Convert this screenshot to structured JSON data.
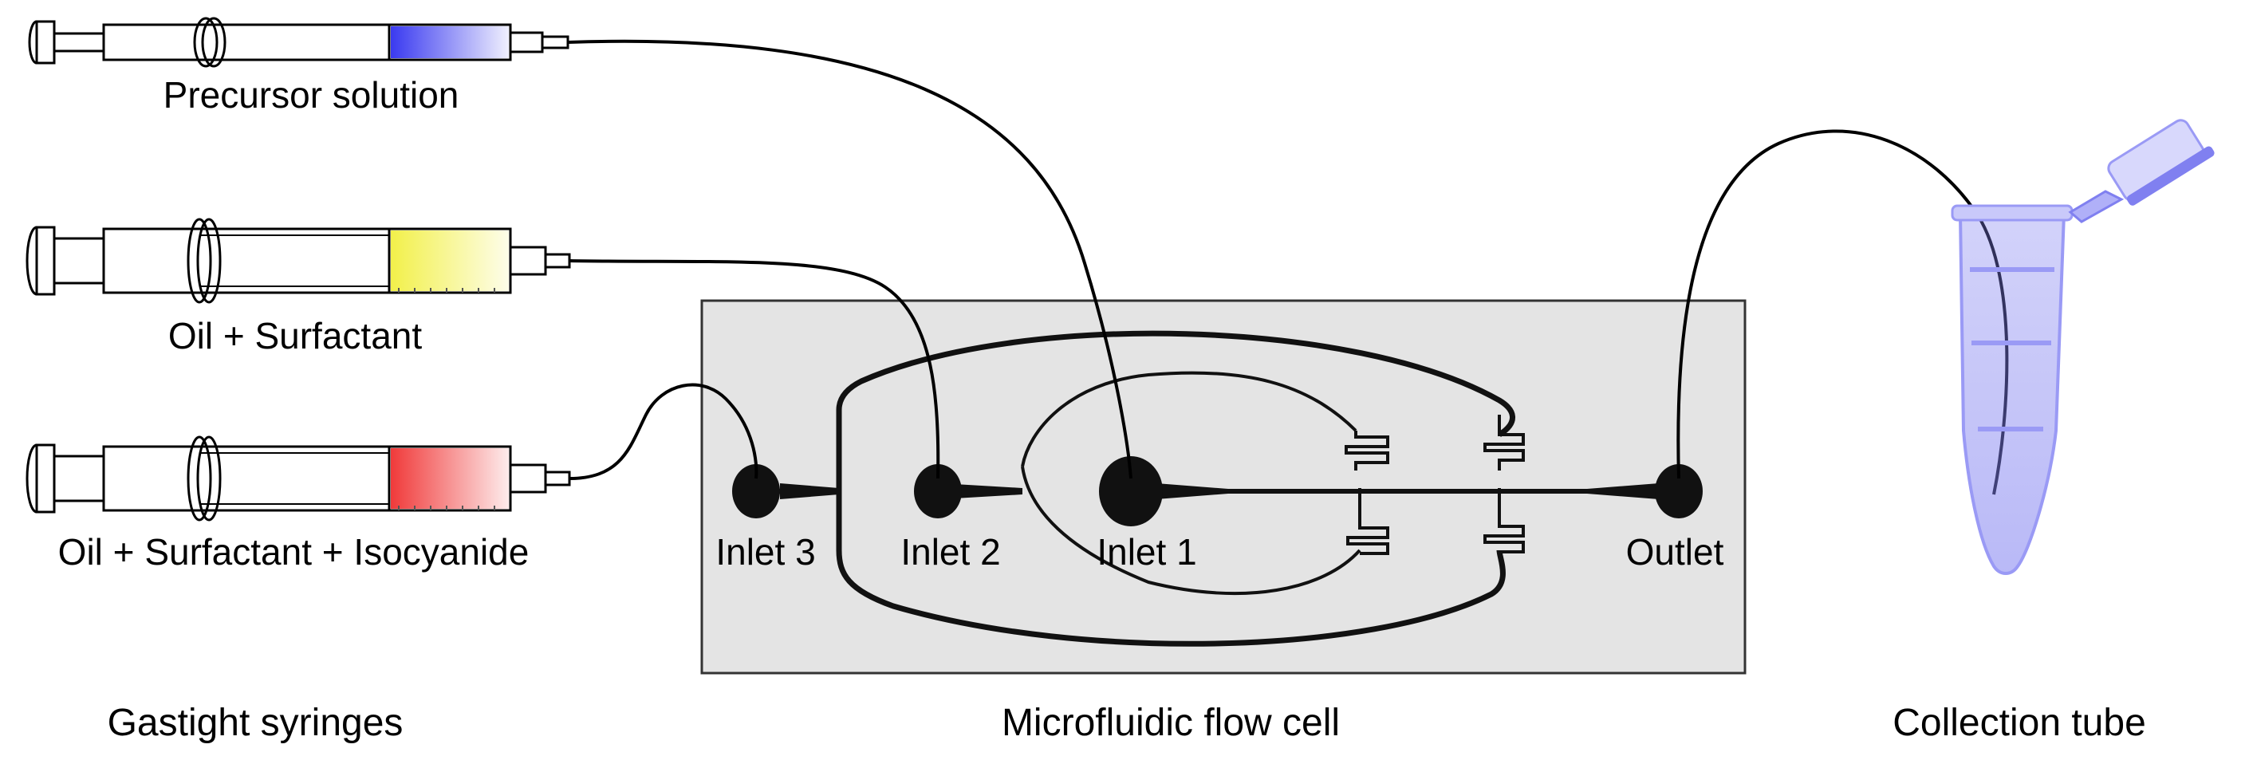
{
  "syringes": [
    {
      "label": "Precursor solution",
      "fill_color": "#3a3af0"
    },
    {
      "label": "Oil + Surfactant",
      "fill_color": "#f2f04a"
    },
    {
      "label": "Oil + Surfactant + Isocyanide",
      "fill_color": "#f03a3a"
    }
  ],
  "flow_cell": {
    "inlets": [
      {
        "label": "Inlet 3"
      },
      {
        "label": "Inlet 2"
      },
      {
        "label": "Inlet 1"
      }
    ],
    "outlet": {
      "label": "Outlet"
    }
  },
  "tube": {
    "color": "#8080f0"
  },
  "captions": {
    "syringes": "Gastight syringes",
    "flow_cell": "Microfluidic flow cell",
    "tube": "Collection tube"
  }
}
